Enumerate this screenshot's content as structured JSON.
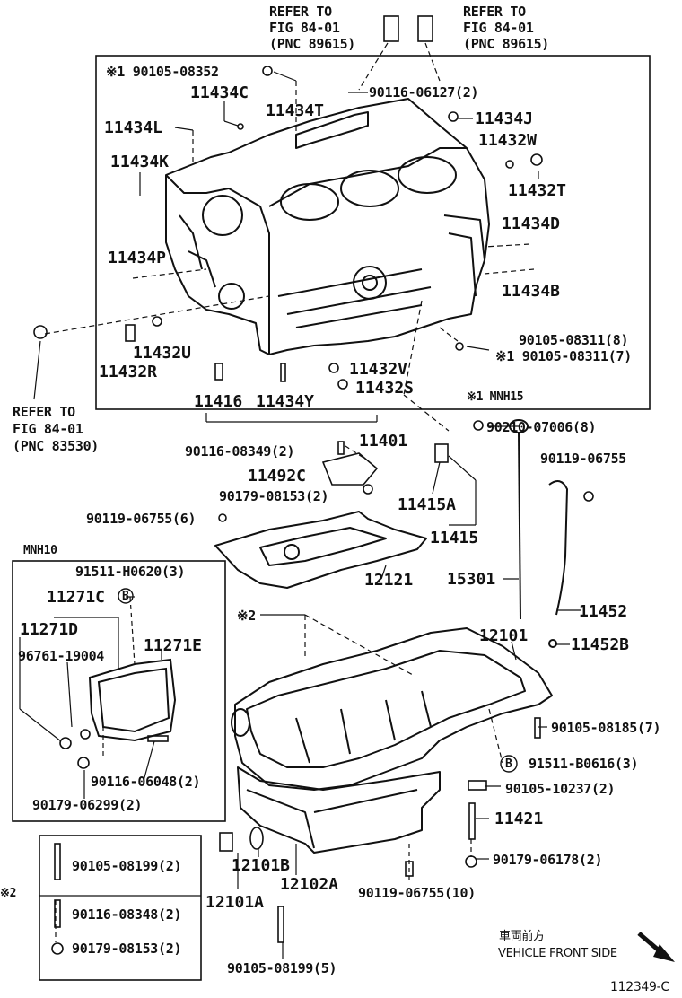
{
  "refs": {
    "top_left": [
      "REFER TO",
      "FIG 84-01",
      "(PNC 89615)"
    ],
    "top_right": [
      "REFER TO",
      "FIG 84-01",
      "(PNC 89615)"
    ],
    "left": [
      "REFER TO",
      "FIG 84-01",
      "(PNC 83530)"
    ]
  },
  "block_labels": {
    "p90105_08352": "※1 90105-08352",
    "p11434C": "11434C",
    "p90116_06127": "90116-06127(2)",
    "p11434L": "11434L",
    "p11434T": "11434T",
    "p11434J": "11434J",
    "p11432W": "11432W",
    "p11434K": "11434K",
    "p11432T": "11432T",
    "p11434D": "11434D",
    "p11434P": "11434P",
    "p11434B": "11434B",
    "p11432U": "11432U",
    "p11432R": "11432R",
    "p90105_08311a": "90105-08311(8)",
    "p90105_08311b": "※1 90105-08311(7)",
    "p11432V": "11432V",
    "p11432S": "11432S",
    "p11416": "11416",
    "p11434Y": "11434Y",
    "note_mnh15": "※1 MNH15"
  },
  "middle_labels": {
    "p11401": "11401",
    "p90210_07006": "90210-07006(8)",
    "p90116_08349": "90116-08349(2)",
    "p11492C": "11492C",
    "p90179_08153a": "90179-08153(2)",
    "p90119_06755a": "90119-06755",
    "p90119_06755b": "90119-06755(6)",
    "p11415A": "11415A",
    "p11415": "11415",
    "p15301": "15301",
    "p12121": "12121",
    "p11452": "11452",
    "p11452B": "11452B",
    "p12101": "12101",
    "note2": "※2"
  },
  "mnh10": {
    "title": "MNH10",
    "p91511_H0620": "91511-H0620(3)",
    "p11271C": "11271C",
    "p11271D": "11271D",
    "p11271E": "11271E",
    "p96761": "96761-19004",
    "p90116_06048": "90116-06048(2)",
    "p90179_06299": "90179-06299(2)",
    "circle_b": "B"
  },
  "lower_labels": {
    "p90105_08185": "90105-08185(7)",
    "p91511_B0616": "91511-B0616(3)",
    "p90105_10237": "90105-10237(2)",
    "p11421": "11421",
    "p90179_06178": "90179-06178(2)",
    "p12101B": "12101B",
    "p12102A": "12102A",
    "p12101A": "12101A",
    "p90119_06755c": "90119-06755(10)",
    "p90105_08199b": "90105-08199(5)",
    "circle_b": "B"
  },
  "box2": {
    "marker": "※2",
    "p90105_08199": "90105-08199(2)",
    "p90116_08348": "90116-08348(2)",
    "p90179_08153": "90179-08153(2)"
  },
  "direction": {
    "jp": "車両前方",
    "en": "VEHICLE FRONT SIDE"
  },
  "figure_id": "112349-C"
}
